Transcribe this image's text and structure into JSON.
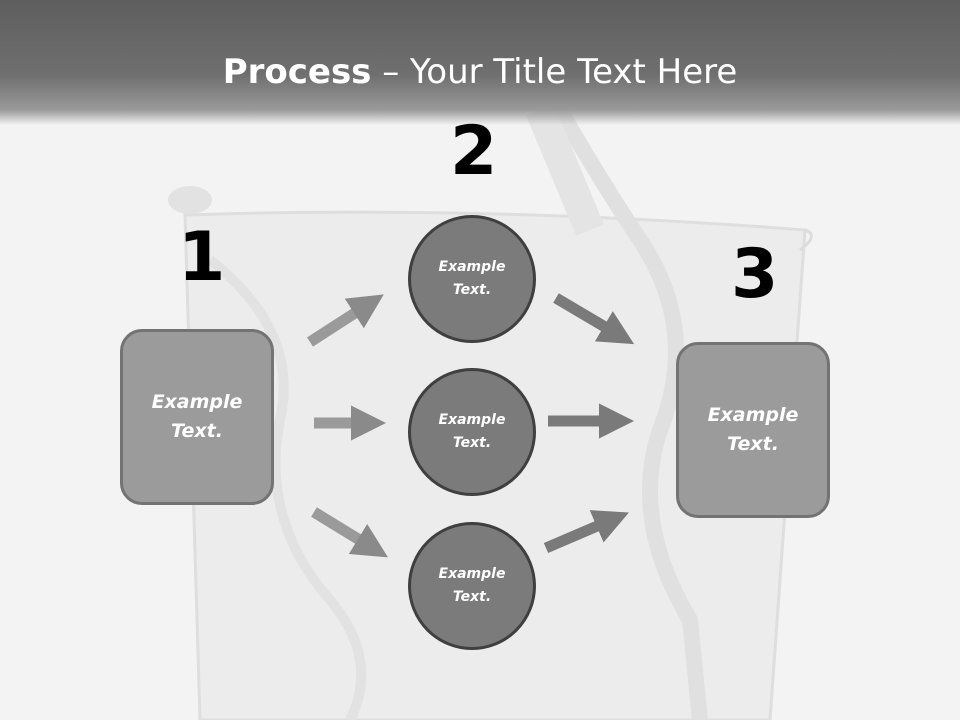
{
  "slide": {
    "title_bold": "Process",
    "title_rest": " – Your Title Text Here"
  },
  "steps": {
    "step1_number": "1",
    "step2_number": "2",
    "step3_number": "3"
  },
  "boxes": {
    "left_text": "Example Text.",
    "right_text": "Example Text."
  },
  "circles": {
    "top_text": "Example Text.",
    "middle_text": "Example Text.",
    "bottom_text": "Example Text."
  },
  "colors": {
    "header": "#5e5e5e",
    "box_fill": "#9b9b9b",
    "circle_fill": "#7b7b7b",
    "arrow": "#8a8a8a"
  }
}
